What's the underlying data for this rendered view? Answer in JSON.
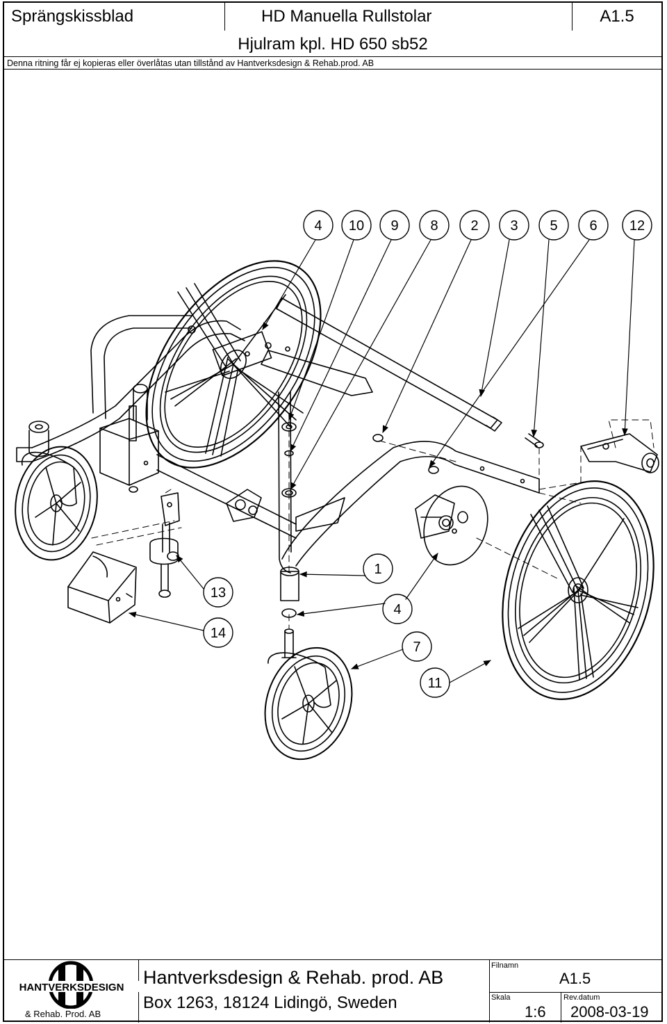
{
  "header": {
    "doc_type": "Sprängskissblad",
    "product": "HD Manuella Rullstolar",
    "sheet_code": "A1.5",
    "part_title": "Hjulram kpl. HD 650 sb52",
    "copyright_note": "Denna ritning får ej kopieras eller överlåtas utan tillstånd av Hantverksdesign & Rehab.prod. AB"
  },
  "callouts": {
    "top_row": [
      "4",
      "10",
      "9",
      "8",
      "2",
      "3",
      "5",
      "6",
      "12"
    ],
    "c13": "13",
    "c14": "14",
    "c1": "1",
    "c4b": "4",
    "c7": "7",
    "c11": "11"
  },
  "footer": {
    "logo_text": "HANTVERKSDESIGN",
    "logo_sub": "& Rehab. Prod. AB",
    "company": "Hantverksdesign & Rehab. prod. AB",
    "address": "Box 1263, 18124 Lidingö, Sweden",
    "filename_label": "Filnamn",
    "filename_value": "A1.5",
    "scale_label": "Skala",
    "scale_value": "1:6",
    "rev_label": "Rev.datum",
    "rev_value": "2008-03-19"
  }
}
